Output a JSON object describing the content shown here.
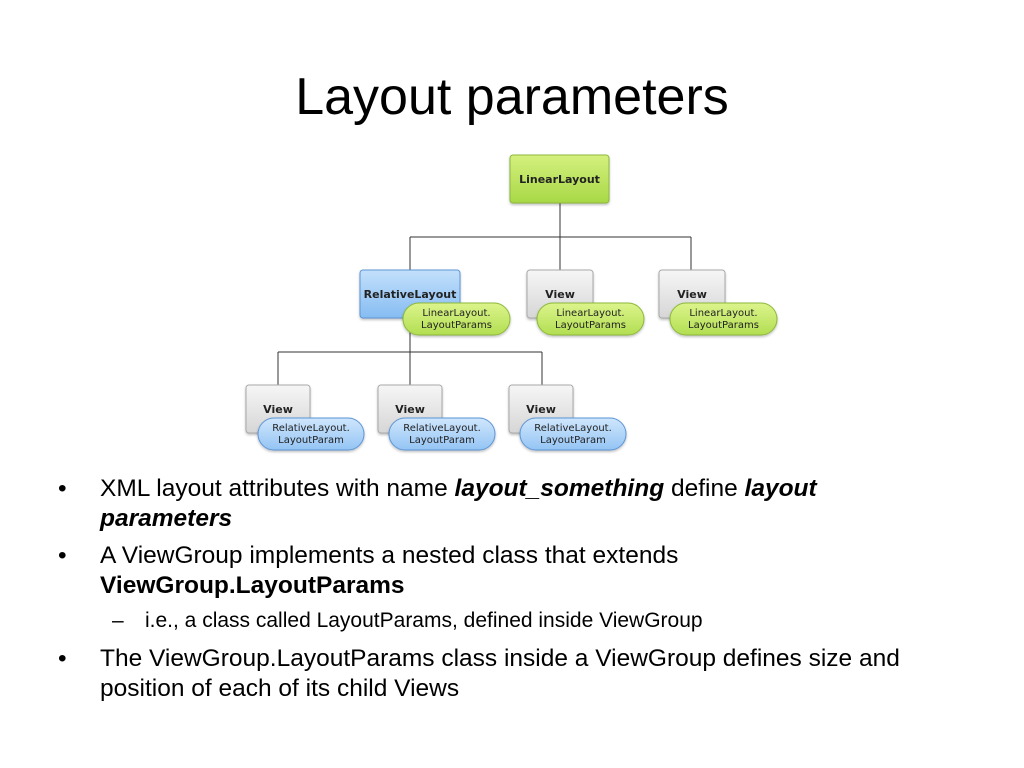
{
  "slide": {
    "title": "Layout parameters"
  },
  "diagram": {
    "root": {
      "label": "LinearLayout"
    },
    "children": [
      {
        "label": "RelativeLayout",
        "param_line1": "LinearLayout.",
        "param_line2": "LayoutParams"
      },
      {
        "label": "View",
        "param_line1": "LinearLayout.",
        "param_line2": "LayoutParams"
      },
      {
        "label": "View",
        "param_line1": "LinearLayout.",
        "param_line2": "LayoutParams"
      }
    ],
    "grandchildren": [
      {
        "label": "View",
        "param_line1": "RelativeLayout.",
        "param_line2": "LayoutParam"
      },
      {
        "label": "View",
        "param_line1": "RelativeLayout.",
        "param_line2": "LayoutParam"
      },
      {
        "label": "View",
        "param_line1": "RelativeLayout.",
        "param_line2": "LayoutParam"
      }
    ],
    "colors": {
      "green_fill": "#b5e255",
      "green_stroke": "#8cb83a",
      "blue_fill": "#9ccaf7",
      "blue_stroke": "#5d95d6",
      "gray_fill": "#e4e4e4",
      "gray_stroke": "#a9a9a9",
      "connector": "#333333"
    }
  },
  "bullets": [
    {
      "marker": "•",
      "seg1": "XML layout attributes with name ",
      "seg2": "layout_something",
      "seg3": " define ",
      "seg4": "layout parameters"
    },
    {
      "marker": "•",
      "seg1": "A ViewGroup implements a nested class that extends ",
      "seg2": "ViewGroup.LayoutParams",
      "sub": {
        "marker": "–",
        "text": "i.e., a class called LayoutParams, defined inside ViewGroup"
      }
    },
    {
      "marker": "•",
      "text": "The ViewGroup.LayoutParams class inside a ViewGroup defines size and position of each of its child Views"
    }
  ]
}
